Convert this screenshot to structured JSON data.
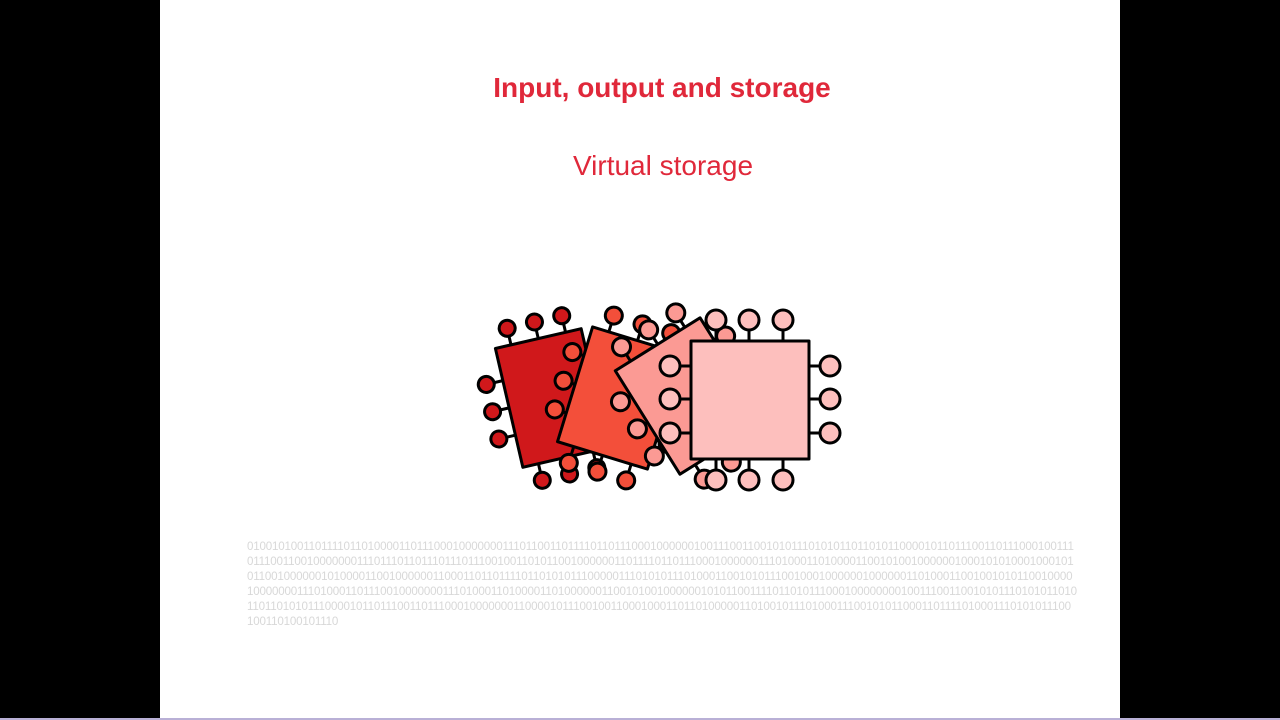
{
  "slide": {
    "title": "Input, output and storage",
    "subtitle": "Virtual storage",
    "binary_text": "01001010011011110110100001101110001000000011101100110111101101110001000000100111001100101011101010110110101100001011011100110111000100111011100110010000000111011101101110111011100100110101100100000011011110110111000100000011101000110100001100101001000000100010101000100010101100100000010100001100100000011000110110111101101010111000001110101011101000110010101110010001000000100000011010001100100101011001000010000000111010001101110010000000111010001101000011010000001100101001000000101011001111011010111000100000000100111001100101011101010110101101101010111000010110111001101110001000000011000010111001001100010001101101000001101001011101000111001010110001101111010001110101011100100110100101110"
  },
  "colors": {
    "accent": "#e0283a",
    "chip1": "#d0181b",
    "chip2": "#f34f3a",
    "chip3": "#fb9a94",
    "chip4": "#fdbfbd",
    "binary": "#d8d8d8"
  },
  "graphics": {
    "chips_icon": "stacked-chips-illustration"
  }
}
